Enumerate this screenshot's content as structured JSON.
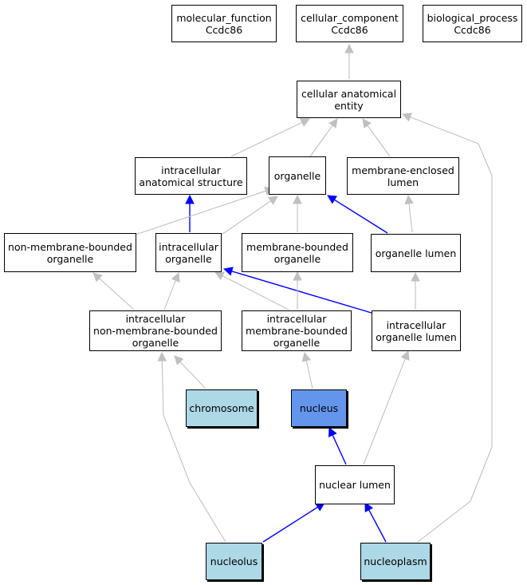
{
  "colors": {
    "is_a_edge": "#c0c0c0",
    "part_of_edge": "#0000ff",
    "query_node_fill": "#6495ed",
    "annotated_node_fill": "#add8e6",
    "default_node_fill": "#ffffff"
  },
  "nodes": {
    "molecular_function": [
      "molecular_function",
      "Ccdc86"
    ],
    "cellular_component": [
      "cellular_component",
      "Ccdc86"
    ],
    "biological_process": [
      "biological_process",
      "Ccdc86"
    ],
    "cellular_anatomical_entity": [
      "cellular anatomical",
      "entity"
    ],
    "intracellular_anatomical_structure": [
      "intracellular",
      "anatomical structure"
    ],
    "organelle": [
      "organelle"
    ],
    "membrane_enclosed_lumen": [
      "membrane-enclosed",
      "lumen"
    ],
    "non_membrane_bounded_organelle": [
      "non-membrane-bounded",
      "organelle"
    ],
    "intracellular_organelle": [
      "intracellular",
      "organelle"
    ],
    "membrane_bounded_organelle": [
      "membrane-bounded",
      "organelle"
    ],
    "organelle_lumen": [
      "organelle lumen"
    ],
    "intracellular_non_membrane_bounded_organelle": [
      "intracellular",
      "non-membrane-bounded",
      "organelle"
    ],
    "intracellular_membrane_bounded_organelle": [
      "intracellular",
      "membrane-bounded",
      "organelle"
    ],
    "intracellular_organelle_lumen": [
      "intracellular",
      "organelle lumen"
    ],
    "chromosome": [
      "chromosome"
    ],
    "nucleus": [
      "nucleus"
    ],
    "nuclear_lumen": [
      "nuclear lumen"
    ],
    "nucleolus": [
      "nucleolus"
    ],
    "nucleoplasm": [
      "nucleoplasm"
    ]
  },
  "node_fill": {
    "chromosome": "annotated",
    "nucleus": "query",
    "nucleolus": "annotated",
    "nucleoplasm": "annotated"
  },
  "edges": [
    {
      "from": "cellular_anatomical_entity",
      "to": "cellular_component",
      "type": "is_a"
    },
    {
      "from": "intracellular_anatomical_structure",
      "to": "cellular_anatomical_entity",
      "type": "is_a"
    },
    {
      "from": "organelle",
      "to": "cellular_anatomical_entity",
      "type": "is_a"
    },
    {
      "from": "membrane_enclosed_lumen",
      "to": "cellular_anatomical_entity",
      "type": "is_a"
    },
    {
      "from": "nucleoplasm",
      "to": "cellular_anatomical_entity",
      "type": "is_a"
    },
    {
      "from": "intracellular_organelle",
      "to": "intracellular_anatomical_structure",
      "type": "part_of"
    },
    {
      "from": "non_membrane_bounded_organelle",
      "to": "organelle",
      "type": "is_a"
    },
    {
      "from": "intracellular_organelle",
      "to": "organelle",
      "type": "is_a"
    },
    {
      "from": "membrane_bounded_organelle",
      "to": "organelle",
      "type": "is_a"
    },
    {
      "from": "organelle_lumen",
      "to": "organelle",
      "type": "part_of"
    },
    {
      "from": "organelle_lumen",
      "to": "membrane_enclosed_lumen",
      "type": "is_a"
    },
    {
      "from": "intracellular_non_membrane_bounded_organelle",
      "to": "non_membrane_bounded_organelle",
      "type": "is_a"
    },
    {
      "from": "intracellular_non_membrane_bounded_organelle",
      "to": "intracellular_organelle",
      "type": "is_a"
    },
    {
      "from": "intracellular_membrane_bounded_organelle",
      "to": "intracellular_organelle",
      "type": "is_a"
    },
    {
      "from": "intracellular_organelle_lumen",
      "to": "intracellular_organelle",
      "type": "part_of"
    },
    {
      "from": "intracellular_membrane_bounded_organelle",
      "to": "membrane_bounded_organelle",
      "type": "is_a"
    },
    {
      "from": "intracellular_organelle_lumen",
      "to": "organelle_lumen",
      "type": "is_a"
    },
    {
      "from": "chromosome",
      "to": "intracellular_non_membrane_bounded_organelle",
      "type": "is_a"
    },
    {
      "from": "nucleolus",
      "to": "intracellular_non_membrane_bounded_organelle",
      "type": "is_a"
    },
    {
      "from": "nucleus",
      "to": "intracellular_membrane_bounded_organelle",
      "type": "is_a"
    },
    {
      "from": "nuclear_lumen",
      "to": "intracellular_organelle_lumen",
      "type": "is_a"
    },
    {
      "from": "nuclear_lumen",
      "to": "nucleus",
      "type": "part_of"
    },
    {
      "from": "nucleolus",
      "to": "nuclear_lumen",
      "type": "part_of"
    },
    {
      "from": "nucleoplasm",
      "to": "nuclear_lumen",
      "type": "part_of"
    }
  ]
}
